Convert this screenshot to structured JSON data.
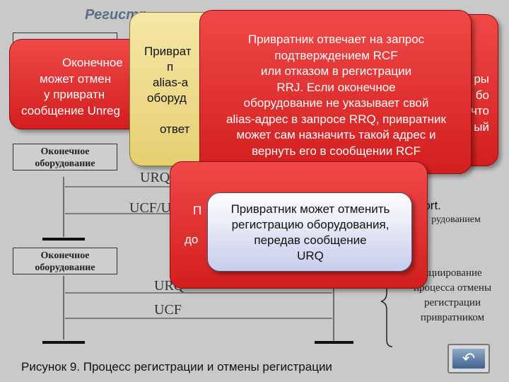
{
  "title": "Регистр",
  "endpoint_boxes": [
    "Оконечное оборудование",
    "Оконечное оборудование"
  ],
  "messages": {
    "urq_top": "URQ",
    "ucf_top": "UCF/U",
    "urq_bottom": "URQ",
    "ucf_bottom": "UCF"
  },
  "side_notes": {
    "port": "Port.",
    "equipment": "рудованием",
    "initiation": [
      "ициирование",
      "процесса отмены",
      "регистрации",
      "привратником"
    ]
  },
  "callouts": {
    "left_fragments": [
      "Оконечное",
      "может отмен",
      "у привратн",
      "сообщение Unreg"
    ],
    "tan_fragments": [
      "Приврат",
      "п",
      "alias-а",
      "оборуд",
      "п",
      "ответ"
    ],
    "right_fragments": [
      "ры",
      "бо",
      "что",
      "ый"
    ],
    "main_red": [
      "Привратник отвечает на запрос",
      "подтверждением RCF",
      "или отказом в регистрации",
      "RRJ. Если оконечное",
      "оборудование не указывает свой",
      "alias-адрес в запросе RRQ, привратник",
      "может сам назначить такой адрес и",
      "вернуть его в сообщении RCF"
    ],
    "red_mid_fragments": [
      "П",
      "до"
    ],
    "blue": [
      "Привратник может отменить",
      "регистрацию оборудования,",
      "передав сообщение",
      "URQ"
    ]
  },
  "caption": "Рисунок 9. Процесс регистрации и отмены регистрации",
  "nav_icon": "return-arrow-icon"
}
